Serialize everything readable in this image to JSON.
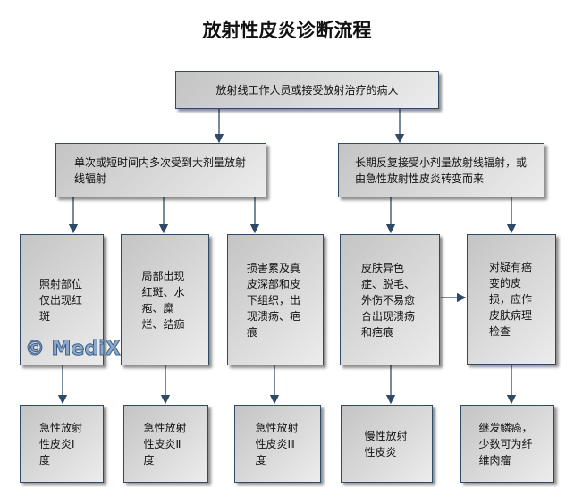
{
  "title": "放射性皮炎诊断流程",
  "top": "放射线工作人员或接受放射治疗的病人",
  "mid_left": "单次或短时间内多次受到大剂量放射线辐射",
  "mid_right": "长期反复接受小剂量放射线辐射，或由急性放射性皮炎转变而来",
  "row3": [
    "照射部位仅出现红斑",
    "局部出现红斑、水疱、糜烂、结痂",
    "损害累及真皮深部和皮下组织，出现溃疡、疤痕",
    "皮肤异色症、脱毛、外伤不易愈合出现溃疡和疤痕",
    "对疑有癌变的皮损，应作皮肤病理检查"
  ],
  "row4": [
    "急性放射性皮炎Ⅰ度",
    "急性放射性皮炎Ⅱ度",
    "急性放射性皮炎Ⅲ度",
    "慢性放射性皮炎",
    "继发鳞癌，少数可为纤维肉瘤"
  ],
  "watermark": "© MediX"
}
